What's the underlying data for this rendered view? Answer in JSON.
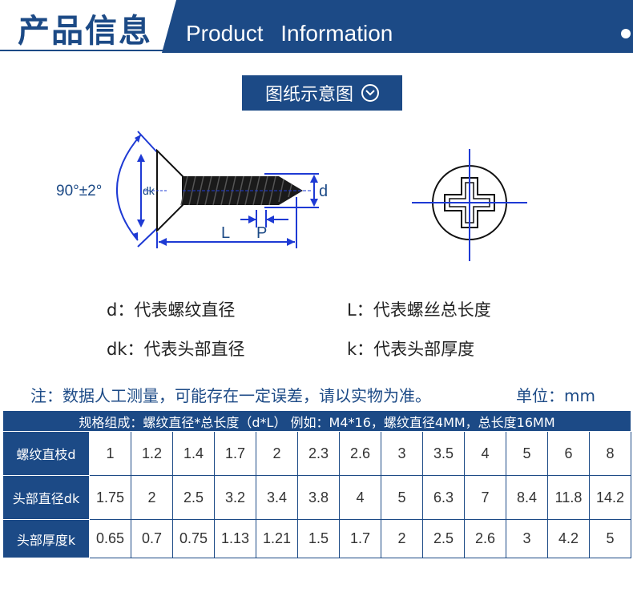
{
  "header": {
    "title_cn": "产品信息",
    "title_en": "Product Information"
  },
  "diagram": {
    "button_label": "图纸示意图",
    "button_icon": "chevron-down-circle-icon",
    "labels": {
      "angle": "90°±2°",
      "dk": "dk",
      "d": "d",
      "L": "L",
      "P": "P"
    }
  },
  "legend": {
    "d": "d：代表螺纹直径",
    "L": "L：代表螺丝总长度",
    "dk": "dk：代表头部直径",
    "k": "k：代表头部厚度"
  },
  "note": {
    "text": "注：数据人工测量，可能存在一定误差，请以实物为准。",
    "unit": "单位：mm"
  },
  "table": {
    "caption": "规格组成：螺纹直径*总长度（d*L）    例如：M4*16，螺纹直径4MM，总长度16MM",
    "rows": [
      {
        "label": "螺纹直枝d",
        "values": [
          "1",
          "1.2",
          "1.4",
          "1.7",
          "2",
          "2.3",
          "2.6",
          "3",
          "3.5",
          "4",
          "5",
          "6",
          "8"
        ]
      },
      {
        "label": "头部直径dk",
        "values": [
          "1.75",
          "2",
          "2.5",
          "3.2",
          "3.4",
          "3.8",
          "4",
          "5",
          "6.3",
          "7",
          "8.4",
          "11.8",
          "14.2"
        ]
      },
      {
        "label": "头部厚度k",
        "values": [
          "0.65",
          "0.7",
          "0.75",
          "1.13",
          "1.21",
          "1.5",
          "1.7",
          "2",
          "2.5",
          "2.6",
          "3",
          "4.2",
          "5"
        ]
      }
    ]
  },
  "colors": {
    "brand_blue": "#1c4a86",
    "line_blue": "#1e3ad4"
  }
}
